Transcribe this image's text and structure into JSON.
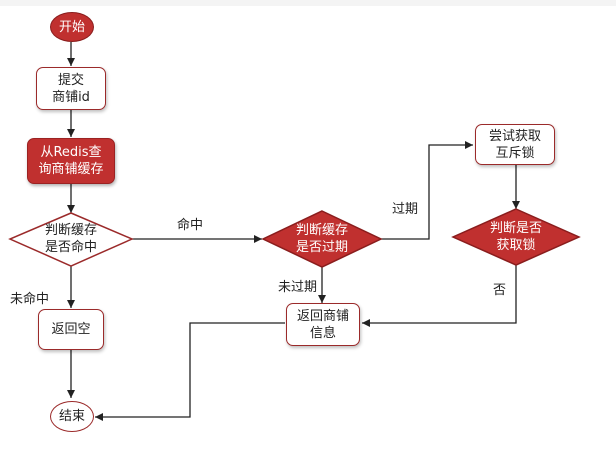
{
  "nodes": {
    "start": "开始",
    "submit_line1": "提交",
    "submit_line2": "商铺id",
    "query_line1": "从Redis查",
    "query_line2": "询商铺缓存",
    "hit_line1": "判断缓存",
    "hit_line2": "是否命中",
    "return_empty": "返回空",
    "end": "结束",
    "expire_line1": "判断缓存",
    "expire_line2": "是否过期",
    "return_info_line1": "返回商铺",
    "return_info_line2": "信息",
    "lock_line1": "尝试获取",
    "lock_line2": "互斥锁",
    "acquired_line1": "判断是否",
    "acquired_line2": "获取锁"
  },
  "edge_labels": {
    "hit": "命中",
    "miss": "未命中",
    "expired": "过期",
    "not_expired": "未过期",
    "no": "否"
  },
  "colors": {
    "accent_red": "#c0302f",
    "border_red": "#9b2a2a",
    "edge": "#222222"
  }
}
